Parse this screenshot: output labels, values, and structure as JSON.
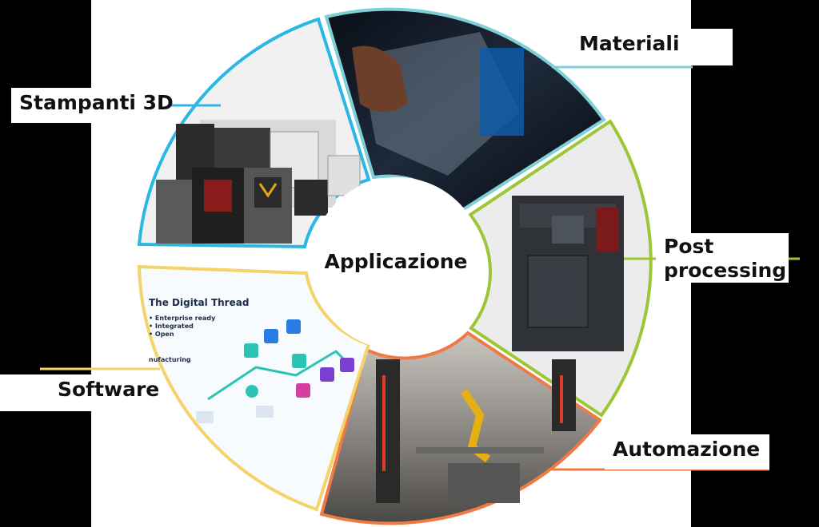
{
  "center": {
    "label": "Applicazione"
  },
  "segments": [
    {
      "id": "stampanti",
      "label": "Stampanti 3D",
      "color": "#2ab7e4"
    },
    {
      "id": "materiali",
      "label": "Materiali",
      "color": "#7fcfd6"
    },
    {
      "id": "post",
      "label_lines": [
        "Post",
        "processing"
      ],
      "color": "#9cc636"
    },
    {
      "id": "automazione",
      "label": "Automazione",
      "color": "#f07a45"
    },
    {
      "id": "software",
      "label": "Software",
      "color": "#f3d36a"
    }
  ],
  "software_image": {
    "title": "The Digital Thread",
    "bullets": [
      "Enterprise ready",
      "Integrated",
      "Open"
    ],
    "section": "nufacturing"
  }
}
